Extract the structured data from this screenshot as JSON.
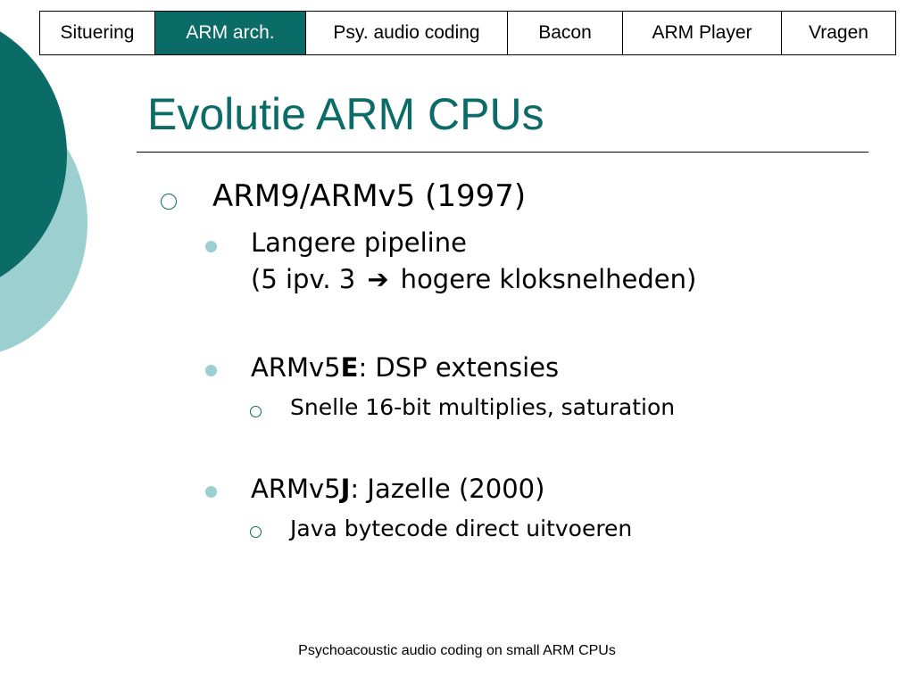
{
  "colors": {
    "accent_dark": "#0b6b66",
    "accent_light": "#9ccfd0",
    "bullet_ring": "#0b6b66",
    "bullet_dot": "#9ccfd0",
    "title": "#0b6b66"
  },
  "nav": {
    "tabs": [
      {
        "label": "Situering"
      },
      {
        "label": "ARM arch."
      },
      {
        "label": "Psy. audio coding"
      },
      {
        "label": "Bacon"
      },
      {
        "label": "ARM Player"
      },
      {
        "label": "Vragen"
      }
    ],
    "active_index": 1
  },
  "slide": {
    "title": "Evolutie ARM CPUs",
    "bullets": [
      {
        "text": "ARM9/ARMv5 (1997)"
      },
      {
        "line1": "Langere pipeline",
        "line2_before": "(5 ipv. 3 ",
        "arrow": "➔",
        "line2_after": " hogere kloksnelheden)"
      },
      {
        "prefix": "ARMv5",
        "emph": "E",
        "suffix": ": DSP extensies"
      },
      {
        "text": "Snelle 16-bit multiplies, saturation"
      },
      {
        "prefix": "ARMv5",
        "emph": "J",
        "suffix": ": Jazelle (2000)"
      },
      {
        "text": "Java bytecode direct uitvoeren"
      }
    ]
  },
  "footer": {
    "text": "Psychoacoustic audio coding on small ARM CPUs"
  }
}
